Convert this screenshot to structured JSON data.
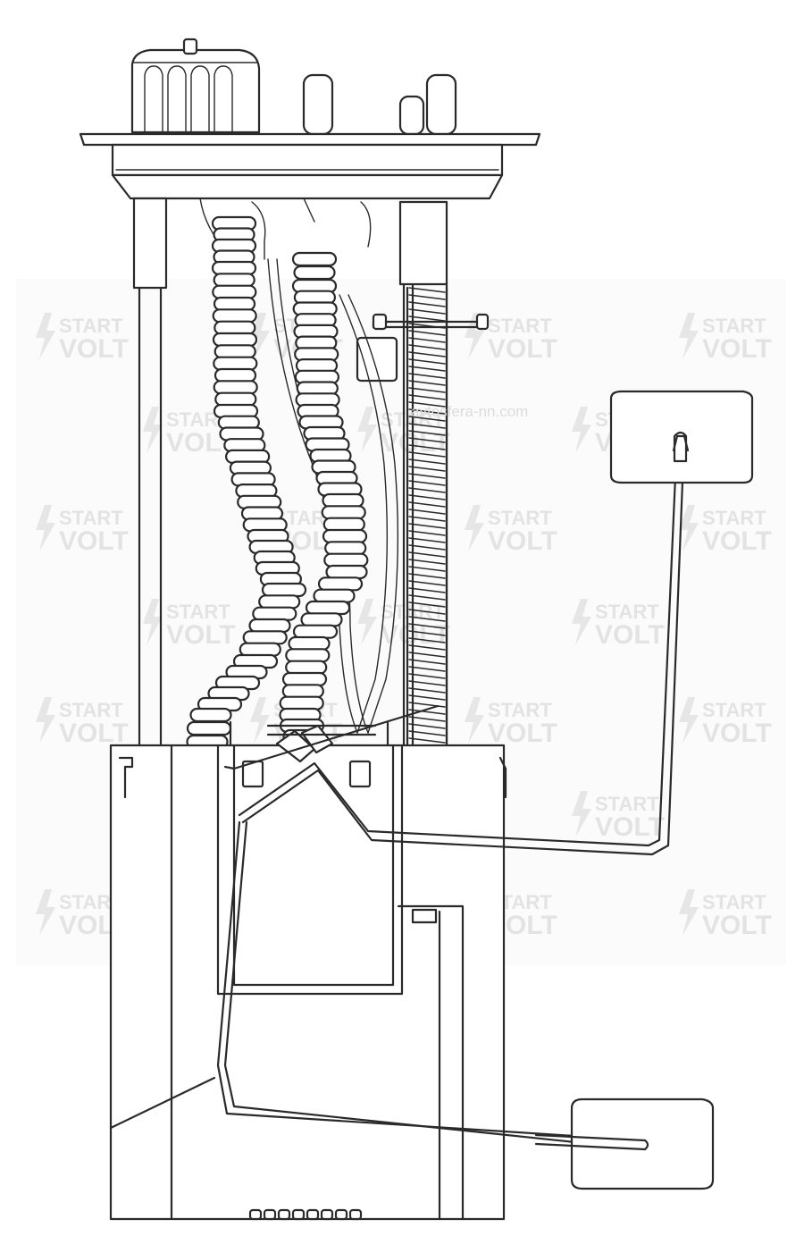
{
  "watermark": {
    "line1": "START",
    "line2": "VOLT",
    "site": "avtosfera-nn.com"
  },
  "colors": {
    "line": "#2a2a2a",
    "watermark": "#e3e3e3",
    "background": "#ffffff"
  },
  "icons": {
    "watermark_mark": "lightning-bolt-icon"
  }
}
